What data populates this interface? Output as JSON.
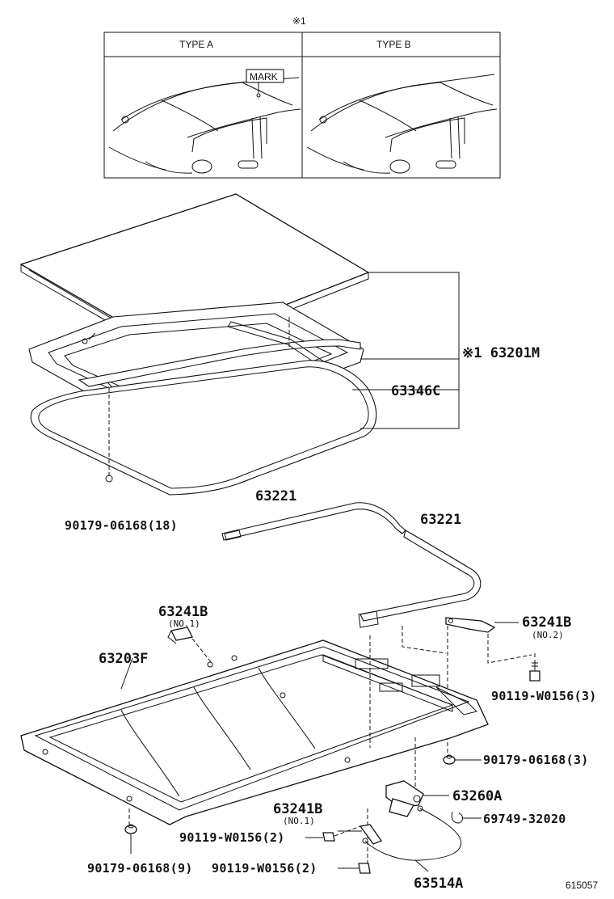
{
  "inset": {
    "note_mark": "※1",
    "type_a": "TYPE A",
    "type_b": "TYPE B",
    "mark_label": "MARK"
  },
  "labels": {
    "p63201m": "※1 63201M",
    "p63346c": "63346C",
    "p90179_18": "90179-06168(18)",
    "p63221_left": "63221",
    "p63221_right": "63221",
    "p63241b_top": "63241B",
    "p63241b_top_sub": "(NO.1)",
    "p63203f": "63203F",
    "p63241b_right": "63241B",
    "p63241b_right_sub": "(NO.2)",
    "p90119_3": "90119-W0156(3)",
    "p90179_3": "90179-06168(3)",
    "p63260a": "63260A",
    "p63241b_bottom": "63241B",
    "p63241b_bottom_sub": "(NO.1)",
    "p69749": "69749-32020",
    "p90119_2a": "90119-W0156(2)",
    "p90179_9": "90179-06168(9)",
    "p90119_2b": "90119-W0156(2)",
    "p63514a": "63514A",
    "figure_id": "615057"
  }
}
